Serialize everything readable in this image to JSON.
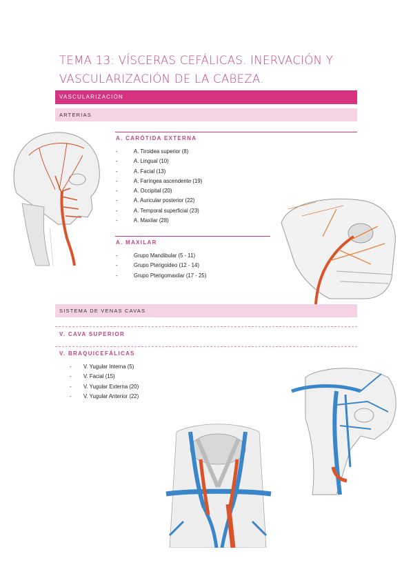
{
  "title": "TEMA 13: VÍSCERAS CEFÁLICAS. INERVACIÓN Y VASCULARIZACIÓN DE LA CABEZA.",
  "section": "VASCULARIZACIÓN",
  "arterias": {
    "bar": "ARTERIAS",
    "carotida": {
      "header": "A. CARÓTIDA EXTERNA",
      "items": [
        "A. Tiroidea superior (8)",
        "A. Lingual (10)",
        "A. Facial (13)",
        "A. Faríngea ascendente (19)",
        "A. Occipital (20)",
        "A. Auricular posterior (22)",
        "A. Temporal superficial (23)",
        "A. Maxilar (28)"
      ]
    },
    "maxilar": {
      "header": "A. MAXILAR",
      "items": [
        "Grupo Mandibular (5 - 11)",
        "Grupo Pterigoideo (12 - 14)",
        "Grupo Pterigomaxilar (17 - 25)"
      ]
    }
  },
  "venas": {
    "bar": "SISTEMA DE VENAS CAVAS",
    "cava_superior": "V. CAVA SUPERIOR",
    "braquiocefalicas": {
      "header": "V. BRAQUICEFÁLICAS",
      "items": [
        "V. Yugular Interna (5)",
        "V. Facial (15)",
        "V. Yugular Externa (20)",
        "V. Yugular Anterior (22)"
      ]
    }
  },
  "colors": {
    "accent": "#d6327f",
    "title": "#c2418a",
    "band": "#f6d3e4",
    "artery": "#d9542b",
    "vein": "#3a86c8"
  }
}
